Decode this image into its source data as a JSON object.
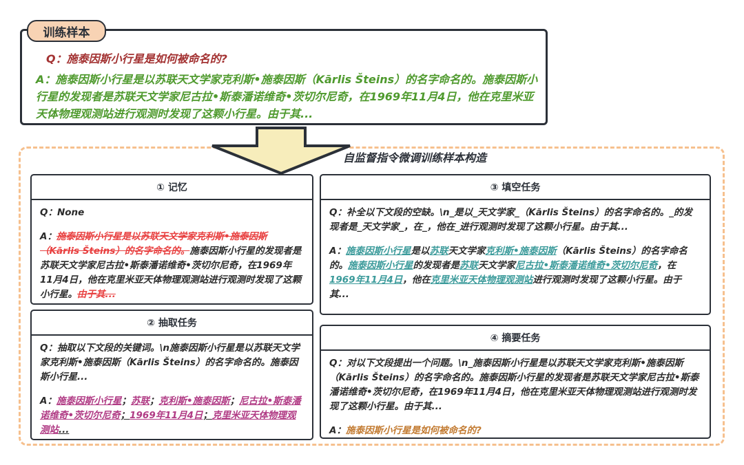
{
  "training_sample": {
    "tag": "训练样本",
    "question": "Q：施泰因斯小行星是如何被命名的?",
    "answer": "A：施泰因斯小行星是以苏联天文学家克利斯•施泰因斯（Kārlis Šteins）的名字命名的。施泰因斯小行星的发现者是苏联天文学家尼古拉•斯泰潘诺维奇•茨切尔尼奇，在1969年11月4日，他在克里米亚天体物理观测站进行观测时发现了这颗小行星。由于其..."
  },
  "section_title": "自监督指令微调训练样本构造",
  "colors": {
    "border": "#2b3038",
    "tag_fill": "#f8d3b4",
    "dashed_border": "#f6c08e",
    "arrow_fill": "#f7edbb",
    "question_red": "#a33232",
    "answer_green": "#4f9a2e",
    "strike_red": "#e84040",
    "magenta": "#b03a84",
    "teal": "#3a9a9a",
    "orange": "#c27a30"
  },
  "cards": {
    "memory": {
      "title": "① 记忆",
      "q": "Q：None",
      "a_prefix": "A：",
      "a_struck": "施泰因斯小行星是以苏联天文学家克利斯•施泰因斯（Kārlis Šteins）的名字命名的。",
      "a_kept": "施泰因斯小行星的发现者是苏联天文学家尼古拉•斯泰潘诺维奇•茨切尔尼奇，在1969年11月4日，他在克里米亚天体物理观测站进行观测时发现了这颗小行星。",
      "a_tail": "由于其..."
    },
    "extract": {
      "title": "② 抽取任务",
      "q": "Q：抽取以下文段的关键词。\\n施泰因斯小行星是以苏联天文学家克利斯•施泰因斯（Kārlis Šteins）的名字命名的。施泰因斯小行星...",
      "a_prefix": "A：",
      "keywords": [
        "施泰因斯小行星",
        "苏联",
        "克利斯•施泰因斯",
        "尼古拉•斯泰潘诺维奇•茨切尔尼奇",
        "1969年11月4日",
        "克里米亚天体物理观测站"
      ],
      "sep": "；",
      "ellipsis": "..."
    },
    "cloze": {
      "title": "③ 填空任务",
      "q": "Q：补全以下文段的空缺。\\n_是以_天文学家_（Kārlis Šteins）的名字命名的。_的发现者是_天文学家_，在_，他在_进行观测时发现了这颗小行星。由于其...",
      "a_prefix": "A：",
      "a_parts": [
        {
          "t": "施泰因斯小行星",
          "h": true
        },
        {
          "t": "是以",
          "h": false
        },
        {
          "t": "苏联",
          "h": true
        },
        {
          "t": "天文学家",
          "h": false
        },
        {
          "t": "克利斯•施泰因斯",
          "h": true
        },
        {
          "t": "（Kārlis Šteins）的名字命名的。",
          "h": false
        },
        {
          "t": "施泰因斯小行星",
          "h": true
        },
        {
          "t": "的发现者是",
          "h": false
        },
        {
          "t": "苏联",
          "h": true
        },
        {
          "t": "天文学家",
          "h": false
        },
        {
          "t": "尼古拉•斯泰潘诺维奇•茨切尔尼奇",
          "h": true
        },
        {
          "t": "，在",
          "h": false
        },
        {
          "t": "1969年11月4日",
          "h": true
        },
        {
          "t": "，他在",
          "h": false
        },
        {
          "t": "克里米亚天体物理观测站",
          "h": true
        },
        {
          "t": "进行观测时发现了这颗小行星。由于其...",
          "h": false
        }
      ]
    },
    "summary": {
      "title": "④ 摘要任务",
      "q": "Q：对以下文段提出一个问题。\\n_施泰因斯小行星是以苏联天文学家克利斯•施泰因斯（Kārlis Šteins）的名字命名的。施泰因斯小行星的发现者是苏联天文学家尼古拉•斯泰潘诺维奇•茨切尔尼奇，在1969年11月4日，他在克里米亚天体物理观测站进行观测时发现了这颗小行星。由于其...",
      "a_prefix": "A：",
      "a": "施泰因斯小行星是如何被命名的?"
    }
  }
}
